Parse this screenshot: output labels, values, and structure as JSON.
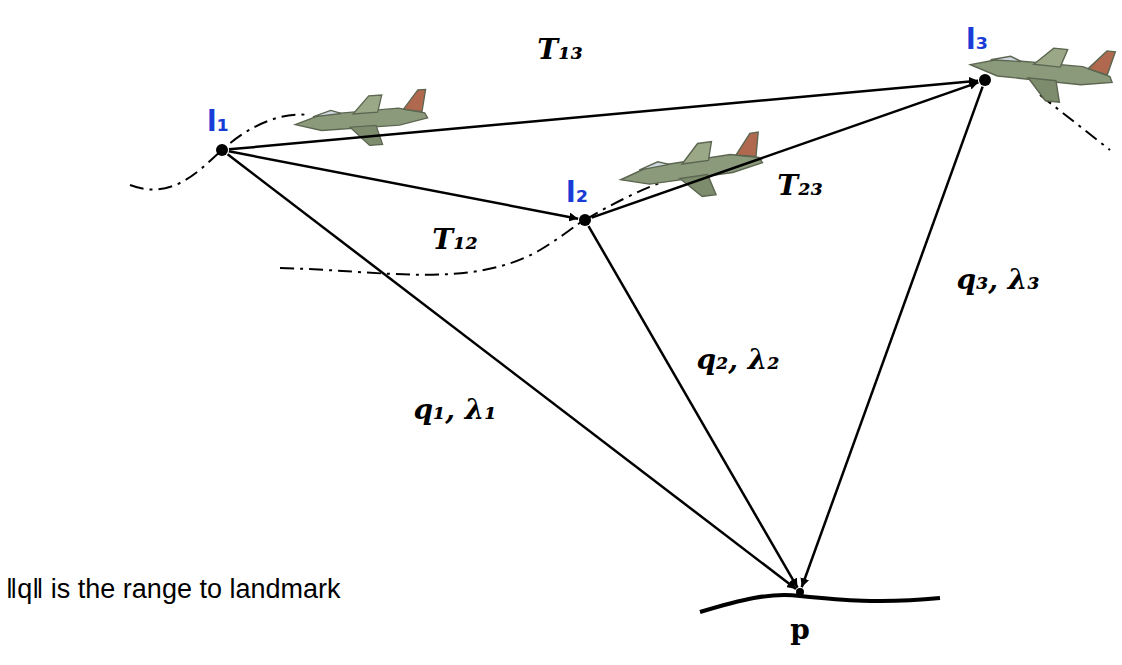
{
  "diagram": {
    "nodes": [
      {
        "text": [
          "l₁"
        ]
      },
      {
        "text": [
          "l₂"
        ]
      },
      {
        "text": [
          "l₃"
        ]
      },
      {
        "text": [
          "p"
        ]
      }
    ],
    "edges": [
      {
        "from": 0,
        "to": 1,
        "arrow": "to",
        "label": "T₁₂"
      },
      {
        "from": 0,
        "to": 2,
        "arrow": "to",
        "label": "T₁₃"
      },
      {
        "from": 1,
        "to": 2,
        "arrow": "to",
        "label": "T₂₃"
      },
      {
        "from": 0,
        "to": 3,
        "arrow": "to",
        "label": "q₁, λ₁"
      },
      {
        "from": 1,
        "to": 3,
        "arrow": "to",
        "label": "q₂, λ₂"
      },
      {
        "from": 2,
        "to": 3,
        "arrow": "to",
        "label": "q₃, λ₃"
      }
    ],
    "labels": [
      "‖q‖ is the range to landmark"
    ]
  }
}
